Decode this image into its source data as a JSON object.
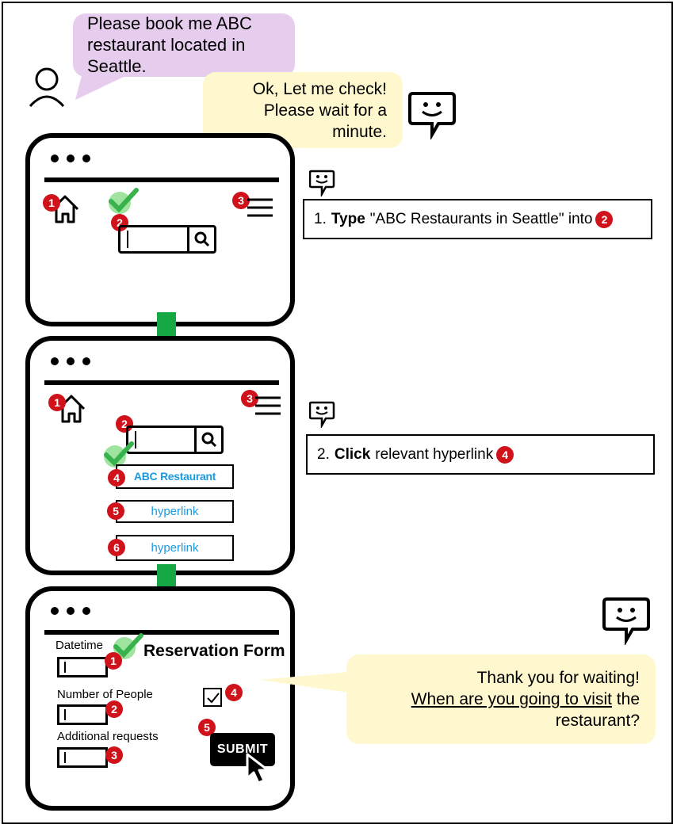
{
  "user_request": {
    "lines": [
      "Please book me ABC",
      "restaurant located in",
      "Seattle."
    ]
  },
  "bot_reply": {
    "lines": [
      "Ok, Let me check!",
      "Please wait for a",
      "minute."
    ]
  },
  "step1": {
    "instruction_num": "1.",
    "instruction_bold": "Type",
    "instruction_text": "\"ABC Restaurants in Seattle\" into",
    "instruction_ref": "2",
    "badges": [
      "1",
      "2",
      "3"
    ]
  },
  "step2": {
    "instruction_num": "2.",
    "instruction_bold": "Click",
    "instruction_text": "relevant hyperlink",
    "instruction_ref": "4",
    "badges": [
      "1",
      "2",
      "3",
      "4",
      "5",
      "6"
    ],
    "links": [
      "ABC Restaurant",
      "hyperlink",
      "hyperlink"
    ]
  },
  "step3": {
    "form_title": "Reservation Form",
    "fields": [
      "Datetime",
      "Number of People",
      "Additional requests"
    ],
    "badges": [
      "1",
      "2",
      "3",
      "4",
      "5"
    ],
    "submit_label": "SUBMIT"
  },
  "thanks": {
    "line1": "Thank you for waiting!",
    "line2_underlined": "When are you going to visit",
    "line2_rest": " the",
    "line3": "restaurant?"
  },
  "colors": {
    "badge": "#d0121b",
    "check": "#37b24d",
    "arrow": "#15a845",
    "user_bubble": "#e6cdee",
    "bot_bubble": "#fff8cf",
    "link": "#1a9ae0"
  }
}
